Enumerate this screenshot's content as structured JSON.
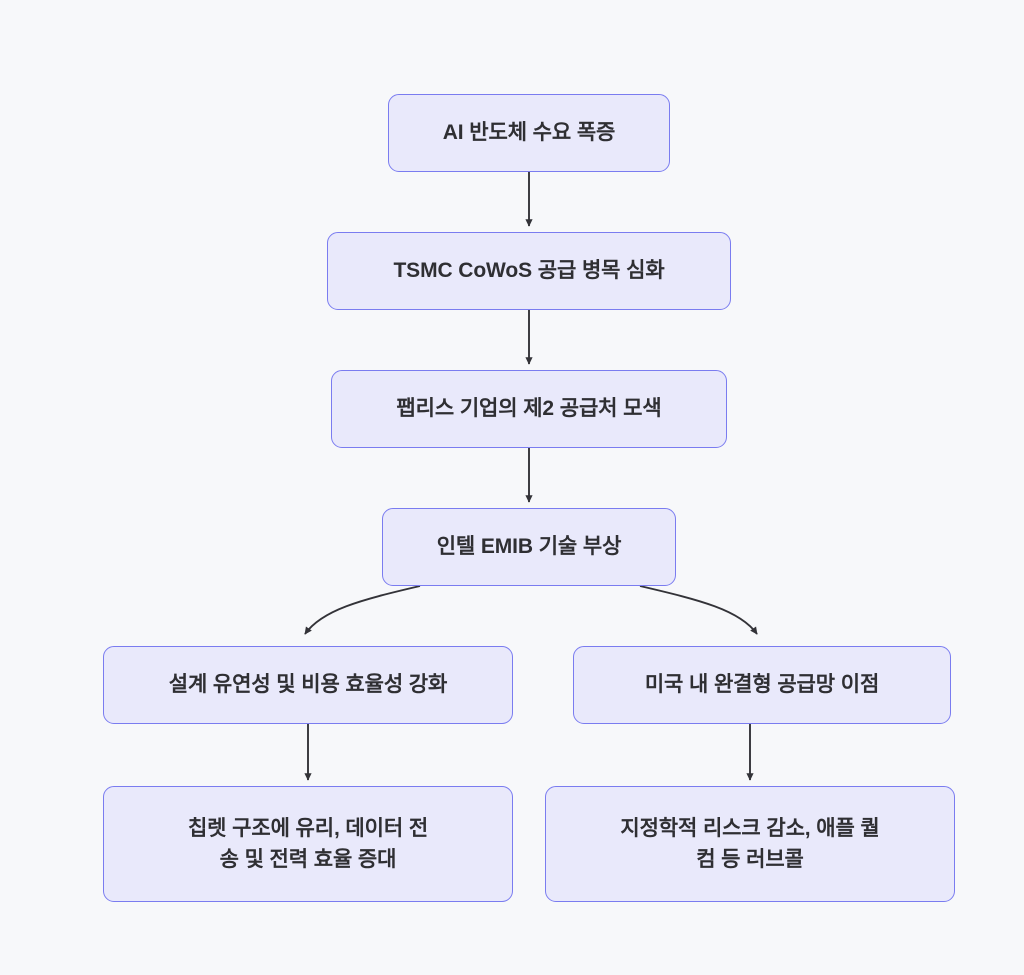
{
  "diagram": {
    "type": "flowchart",
    "direction": "top-down",
    "background_color": "#f7f8fa",
    "node_fill_color": "#e9e9fb",
    "node_border_color": "#7a7cf0",
    "node_text_color": "#2f2f33",
    "edge_color": "#333338",
    "nodes": [
      {
        "id": "demand",
        "label": "AI 반도체 수요 폭증",
        "truncated": true
      },
      {
        "id": "bottleneck",
        "label": "TSMC CoWoS 공급 병목 심화",
        "truncated": false
      },
      {
        "id": "second_src",
        "label": "팹리스 기업의 제2 공급처 모색",
        "truncated": true
      },
      {
        "id": "emib",
        "label": "인텔 EMIB 기술 부상",
        "truncated": true
      },
      {
        "id": "flexibility",
        "label": "설계 유연성 및 비용 효율성 강화",
        "truncated": true
      },
      {
        "id": "supplychain",
        "label": "미국 내 완결형 공급망 이점",
        "truncated": true
      },
      {
        "id": "chiplet",
        "label": "칩렛 구조에 유리, 데이터 전\n송 및 전력 효율 증대",
        "truncated": false
      },
      {
        "id": "geopolitics",
        "label": "지정학적 리스크 감소, 애플 퀄\n컴 등 러브콜",
        "truncated": false
      }
    ],
    "edges": [
      {
        "from": "demand",
        "to": "bottleneck",
        "style": "straight",
        "arrow": true
      },
      {
        "from": "bottleneck",
        "to": "second_src",
        "style": "straight",
        "arrow": true
      },
      {
        "from": "second_src",
        "to": "emib",
        "style": "straight",
        "arrow": true
      },
      {
        "from": "emib",
        "to": "flexibility",
        "style": "curved",
        "arrow": true
      },
      {
        "from": "emib",
        "to": "supplychain",
        "style": "curved",
        "arrow": true
      },
      {
        "from": "flexibility",
        "to": "chiplet",
        "style": "straight",
        "arrow": true
      },
      {
        "from": "supplychain",
        "to": "geopolitics",
        "style": "straight",
        "arrow": true
      }
    ]
  }
}
